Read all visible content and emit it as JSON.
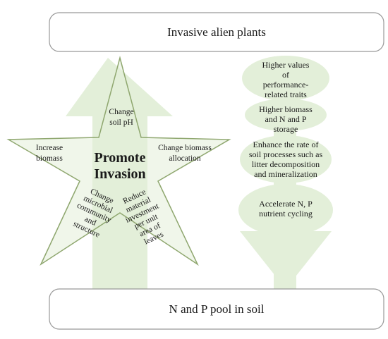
{
  "top_box": {
    "label": "Invasive alien plants"
  },
  "bottom_box": {
    "label": "N and P pool in soil"
  },
  "star": {
    "center_lines": [
      "Promote",
      "Invasion"
    ],
    "top_lines": [
      "Change",
      "soil pH"
    ],
    "left_lines": [
      "Increase",
      "biomass"
    ],
    "right_lines": [
      "Change biomass",
      "allocation"
    ],
    "bottom_left_lines": [
      "Change",
      "microbial",
      "community",
      "and",
      "structure"
    ],
    "bottom_right_lines": [
      "Reduce",
      "material",
      "investment",
      "per unit",
      "area of",
      "leaves"
    ]
  },
  "right_column": {
    "items": [
      {
        "lines": [
          "Higher values",
          "of",
          "performance-",
          "related traits"
        ]
      },
      {
        "lines": [
          "Higher  biomass",
          "and N and P",
          "storage"
        ]
      },
      {
        "lines": [
          "Enhance the rate of",
          "soil processes such as",
          "litter decomposition",
          "and mineralization"
        ]
      },
      {
        "lines": [
          "Accelerate N, P",
          "nutrient cycling"
        ]
      }
    ]
  },
  "colors": {
    "light_green": "#e3efd9",
    "border": "#8fa76f",
    "box_border": "#999999",
    "text": "#1a1a1a"
  }
}
